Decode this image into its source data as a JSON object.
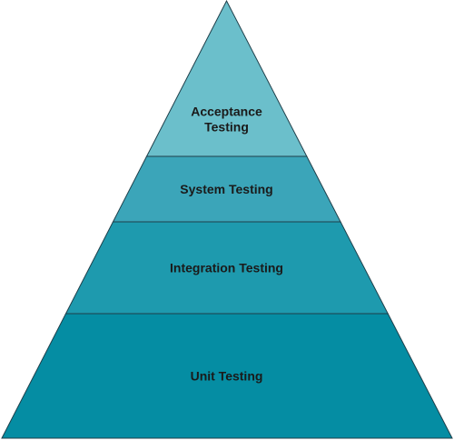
{
  "diagram": {
    "tiers": [
      {
        "label_lines": [
          "Acceptance",
          "Testing"
        ],
        "color": "#6BBFCB"
      },
      {
        "label_lines": [
          "System Testing"
        ],
        "color": "#3BA5B9"
      },
      {
        "label_lines": [
          "Integration Testing"
        ],
        "color": "#1E9AAE"
      },
      {
        "label_lines": [
          "Unit Testing"
        ],
        "color": "#058DA3"
      }
    ],
    "stroke_color": "#1f3f4a"
  }
}
